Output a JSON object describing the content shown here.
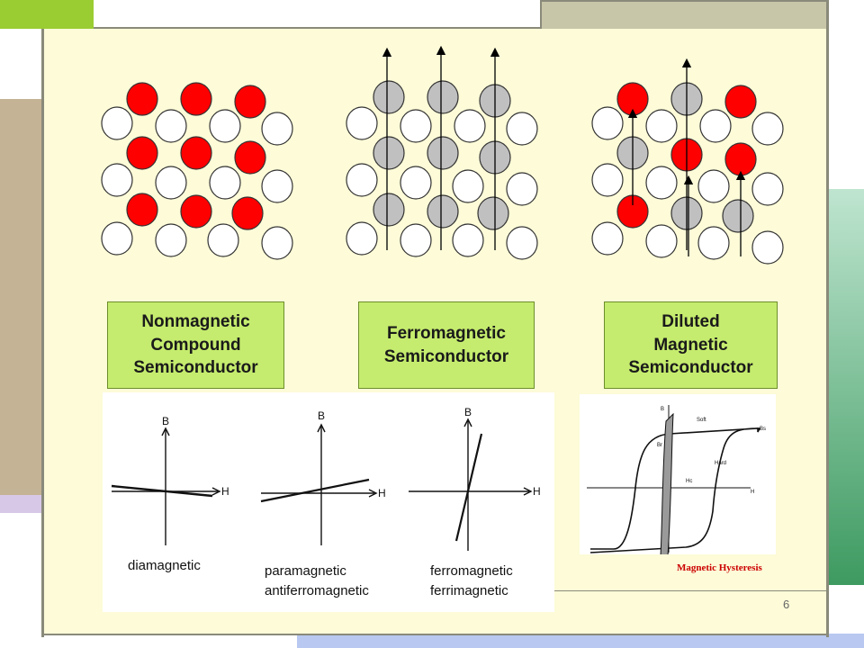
{
  "slide": {
    "page_number": "6",
    "labels": {
      "nonmagnetic": "Nonmagnetic\nCompound\nSemiconductor",
      "ferromagnetic": "Ferromagnetic\nSemiconductor",
      "diluted": "Diluted\nMagnetic\nSemiconductor"
    },
    "graphs": {
      "axis_b": "B",
      "axis_h": "H",
      "diamagnetic": "diamagnetic",
      "paramagnetic": "paramagnetic\nantiferromagnetic",
      "ferromagnetic": "ferromagnetic\nferrimagnetic"
    },
    "hysteresis": {
      "caption": "Magnetic Hysteresis",
      "axis_b": "B",
      "axis_h": "H",
      "soft": "Soft",
      "hard": "Hard",
      "bs": "Bs",
      "br": "Br",
      "hc": "Hc"
    },
    "colors": {
      "magnetic_atom": "#ff0000",
      "ferro_atom": "#c0c0c0",
      "host_atom": "#ffffff",
      "label_box": "#c5ec6e",
      "slide_bg": "#fdfbd8",
      "caption_red": "#cc0000"
    }
  }
}
